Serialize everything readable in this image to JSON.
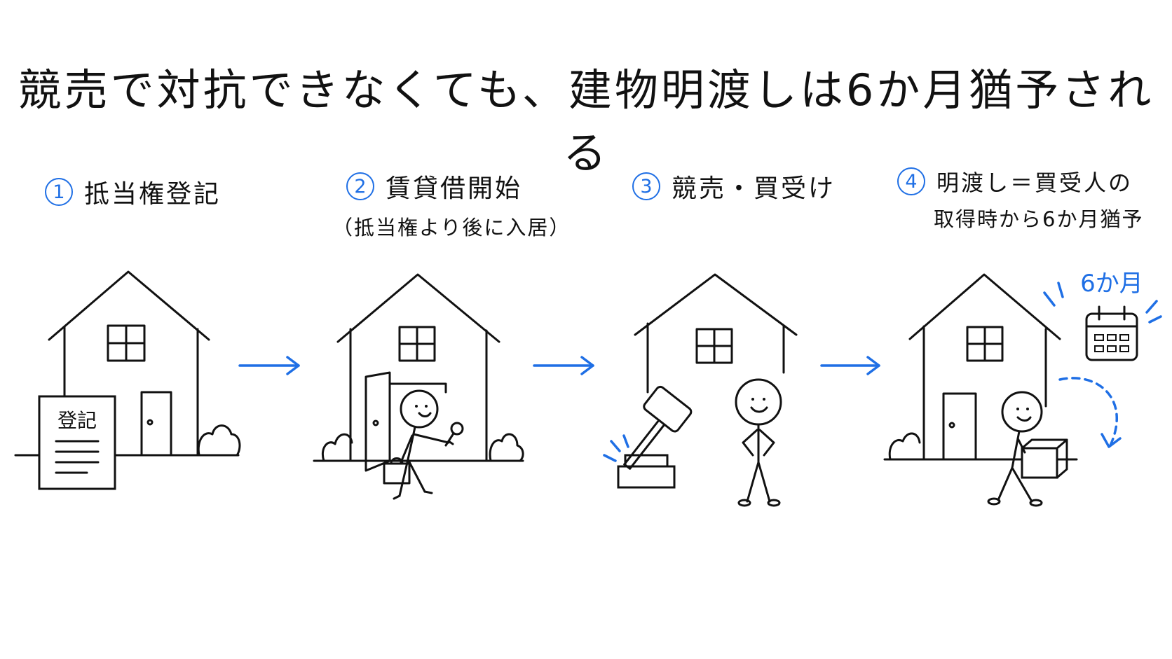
{
  "title": "競売で対抗できなくても、建物明渡しは6か月猶予される",
  "steps": [
    {
      "number": "1",
      "label": "抵当権登記"
    },
    {
      "number": "2",
      "label": "賃貸借開始",
      "sub": "（抵当権より後に入居）"
    },
    {
      "number": "3",
      "label": "競売・買受け"
    },
    {
      "number": "4",
      "label": "明渡し＝買受人の",
      "sub": "取得時から6か月猶予"
    }
  ],
  "document_label": "登記",
  "badge_label": "6か月",
  "colors": {
    "accent": "#1f6fe5",
    "ink": "#111111"
  }
}
